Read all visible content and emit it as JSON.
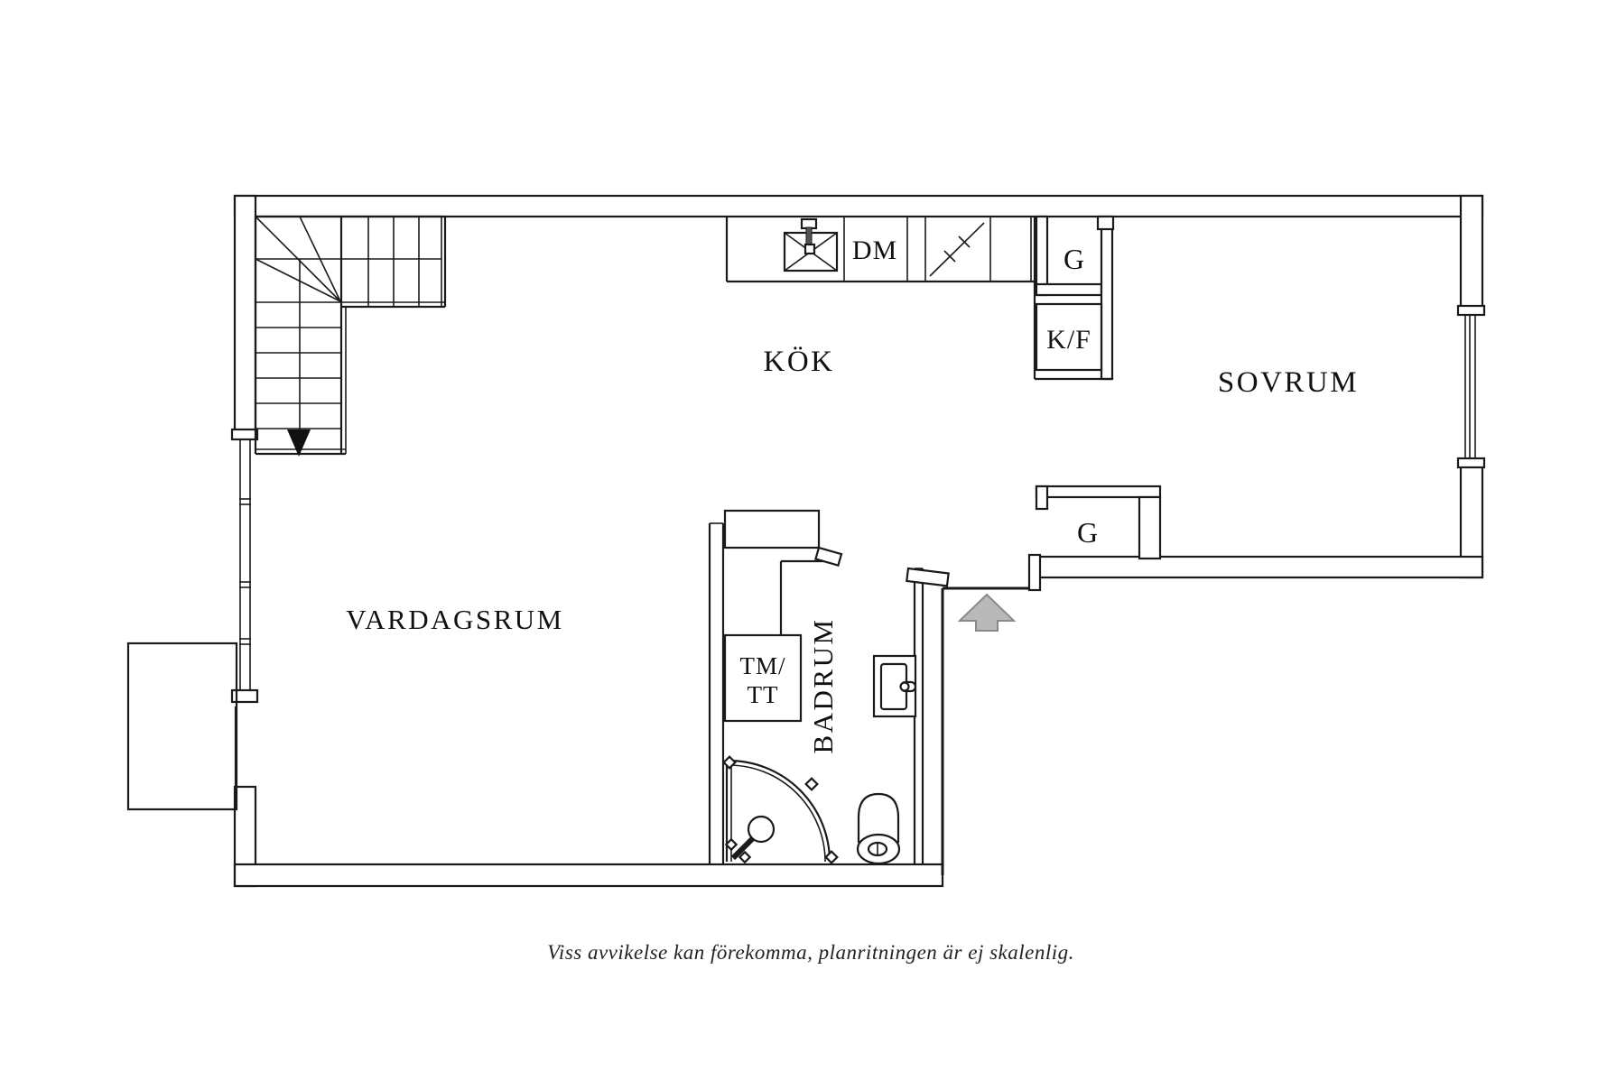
{
  "plan": {
    "type": "apartment-floorplan",
    "language": "sv"
  },
  "rooms": {
    "living_room": "VARDAGSRUM",
    "kitchen": "KÖK",
    "bedroom": "SOVRUM",
    "bathroom": "BADRUM"
  },
  "fixtures": {
    "dishwasher": "DM",
    "wardrobe_kitchen": "G",
    "fridge_freezer": "K/F",
    "wardrobe_hall": "G",
    "washer_line1": "TM/",
    "washer_line2": "TT"
  },
  "caption": {
    "text": "Viss avvikelse kan förekomma, planritningen är ej skalenlig."
  },
  "icons": {
    "stairs": "stairs-with-down-arrow",
    "sink_kitchen": "kitchen-sink-icon",
    "stove": "cooktop-icon",
    "shower": "corner-shower-icon",
    "toilet": "toilet-icon",
    "sink_bathroom": "washbasin-icon",
    "entrance": "entrance-arrow-icon",
    "windows": "window-icon"
  },
  "colors": {
    "line": "#1a1a1a",
    "background": "#ffffff",
    "arrow_fill": "#b9b9b9",
    "arrow_stroke": "#8a8a8a"
  }
}
